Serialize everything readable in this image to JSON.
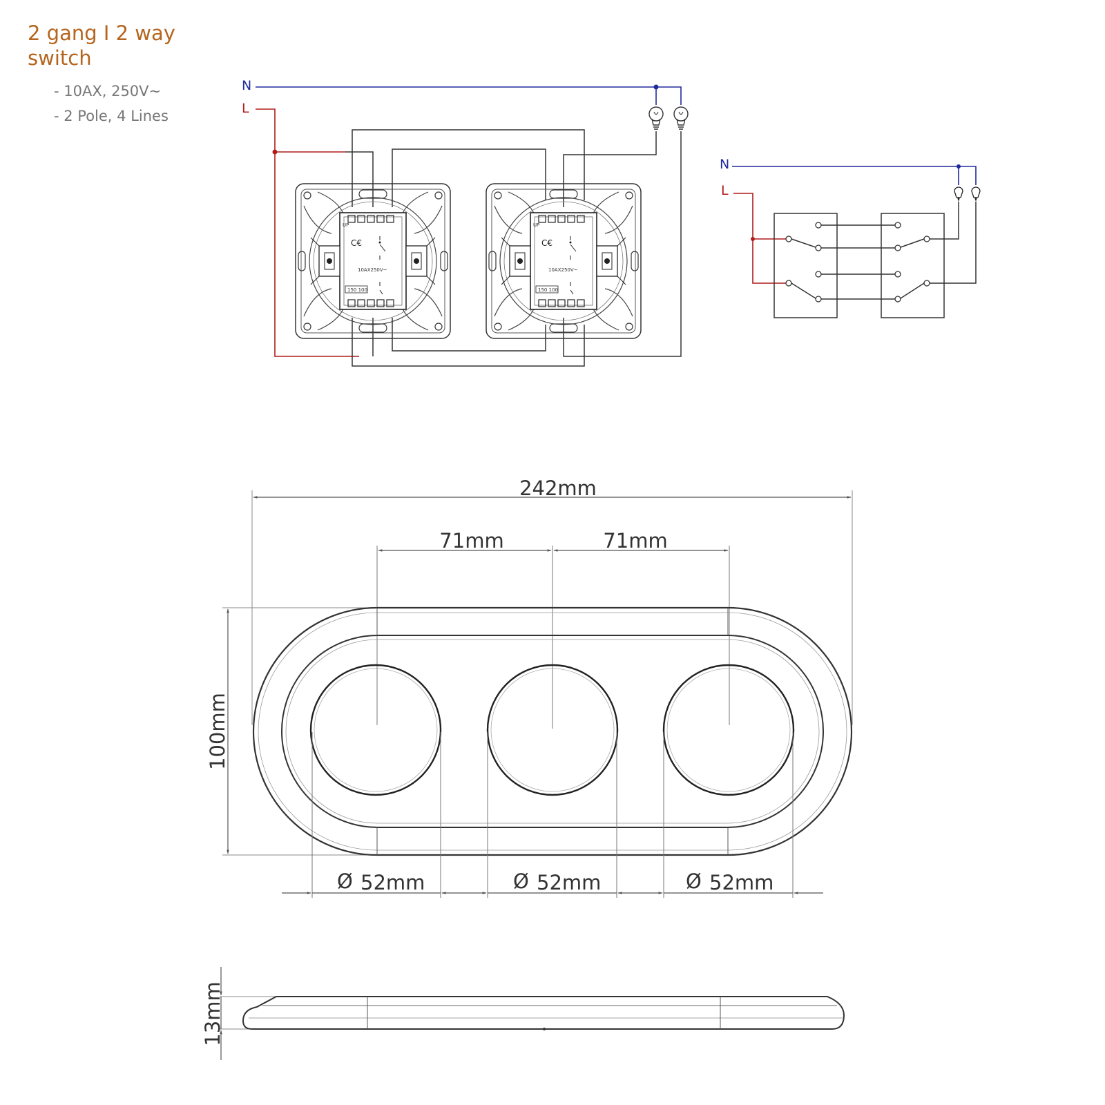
{
  "header": {
    "title_line1": "2 gang I 2 way",
    "title_line2": "switch",
    "specs": [
      "- 10AX, 250V~",
      "- 2 Pole, 4 Lines"
    ]
  },
  "wiring": {
    "neutral_label": "N",
    "live_label": "L",
    "module_rating": "10AX250V~",
    "module_up_label": "UP",
    "module_code": "150 100",
    "neutral_color": "#1f2a9c",
    "live_color": "#b01c1c"
  },
  "schematic": {
    "neutral_label": "N",
    "live_label": "L"
  },
  "dimensions": {
    "total_width": "242mm",
    "spacing_left": "71mm",
    "spacing_right": "71mm",
    "height": "100mm",
    "hole_diameter_1": "52mm",
    "hole_diameter_2": "52mm",
    "hole_diameter_3": "52mm",
    "diameter_symbol": "Ø",
    "thickness": "13mm"
  }
}
